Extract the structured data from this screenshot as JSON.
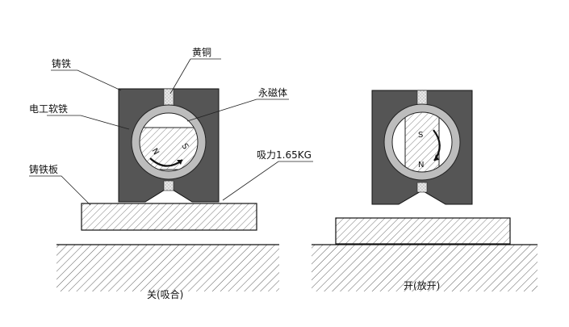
{
  "labels": {
    "cast_iron": "铸铁",
    "brass": "黄铜",
    "soft_iron": "电工软铁",
    "permanent_magnet": "永磁体",
    "cast_iron_plate": "铸铁板",
    "suction": "吸力1.65KG"
  },
  "captions": {
    "off": "关(吸合)",
    "on": "开(放开)"
  },
  "poles": {
    "north": "N",
    "south": "S"
  },
  "colors": {
    "block": "#555555",
    "ring": "#bdbdbd",
    "hatch": "#333333"
  }
}
